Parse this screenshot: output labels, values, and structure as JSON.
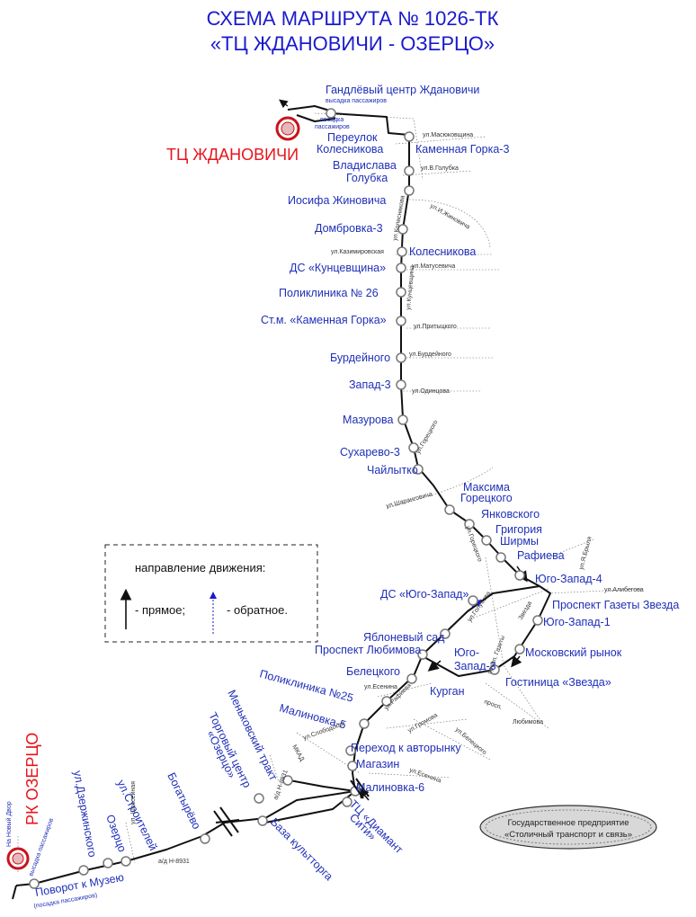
{
  "title": {
    "line1": "СХЕМА МАРШРУТА № 1026-ТК",
    "line2": "«ТЦ ЖДАНОВИЧИ - ОЗЕРЦО»"
  },
  "terminals": {
    "start": "ТЦ ЖДАНОВИЧИ",
    "end": "РК ОЗЕРЦО"
  },
  "stops": [
    "Гандлёвый центр Ждановичи",
    "Переулок",
    "Колесникова",
    "Каменная Горка-3",
    "Владислава",
    "Голубка",
    "Иосифа Жиновича",
    "Домбровка-3",
    "Колесникова",
    "ДС «Кунцевщина»",
    "Поликлиника № 26",
    "Ст.м. «Каменная Горка»",
    "Бурдейного",
    "Запад-3",
    "Мазурова",
    "Сухарево-3",
    "Чайлытко",
    "Максима",
    "Горецкого",
    "Янковского",
    "Григория",
    "Ширмы",
    "Рафиева",
    "Юго-Запад-4",
    "Проспект Газеты Звезда",
    "Юго-Запад-1",
    "Московский рынок",
    "Гостиница «Звезда»",
    "ДС «Юго-Запад»",
    "Яблоневый сад",
    "Проспект Любимова",
    "Юго-",
    "Запад-3",
    "Белецкого",
    "Курган",
    "Поликлиника №25",
    "Малиновка-5",
    "Переход к авторынку",
    "Магазин",
    "Малиновка-6",
    "ТЦ «Диамант",
    "Сити»",
    "База культторга",
    "Меньковский тракт",
    "Торговый центр",
    "«Озерцо»",
    "Богатырёво",
    "ул.Строителей",
    "Озерцо",
    "ул.Дзержинского",
    "Поворот к Музею"
  ],
  "notes": {
    "drop_off": "высадка пассажиров",
    "boarding_1": "посадка",
    "boarding_2": "пассажиров",
    "museum_boarding": "(посадка пассажиров)",
    "ozertso_drop": "высадка пассажиров",
    "novy_dvor": "На Новый Двор"
  },
  "streets": [
    "ул.Масюковщина",
    "ул.В.Голубка",
    "ул.Колесникова",
    "ул.И.Жиновича",
    "ул.Казимировская",
    "ул.Матусевича",
    "ул.Кунцевщина",
    "ул.Притыцкого",
    "ул.Бурдейного",
    "ул.Одинцова",
    "ул.Горецкого",
    "ул.Шаранговича",
    "ул.Горецкого",
    "ул.Я.Брыля",
    "ул.Алибегова",
    "Звезда",
    "ул.Голубева",
    "просп. Газеты",
    "ул.Есенина",
    "ул.Рафиева",
    "просп.",
    "Любимова",
    "ул.Громова",
    "ул.Белецкого",
    "ул.Слободская",
    "ул.Есенина",
    "МКАД",
    "а/д Н-8931",
    "а/д Н-8931",
    "ул. Шоссейная"
  ],
  "legend": {
    "title": "направление движения:",
    "forward": "- прямое;",
    "reverse": "- обратное."
  },
  "organization": {
    "line1": "Государственное предприятие",
    "line2": "«Столичный транспорт и связь»"
  },
  "colors": {
    "route": "#111111",
    "text": "#1f2fb8",
    "terminal": "#e8141c",
    "reverse_arrow": "#1a1acc"
  }
}
